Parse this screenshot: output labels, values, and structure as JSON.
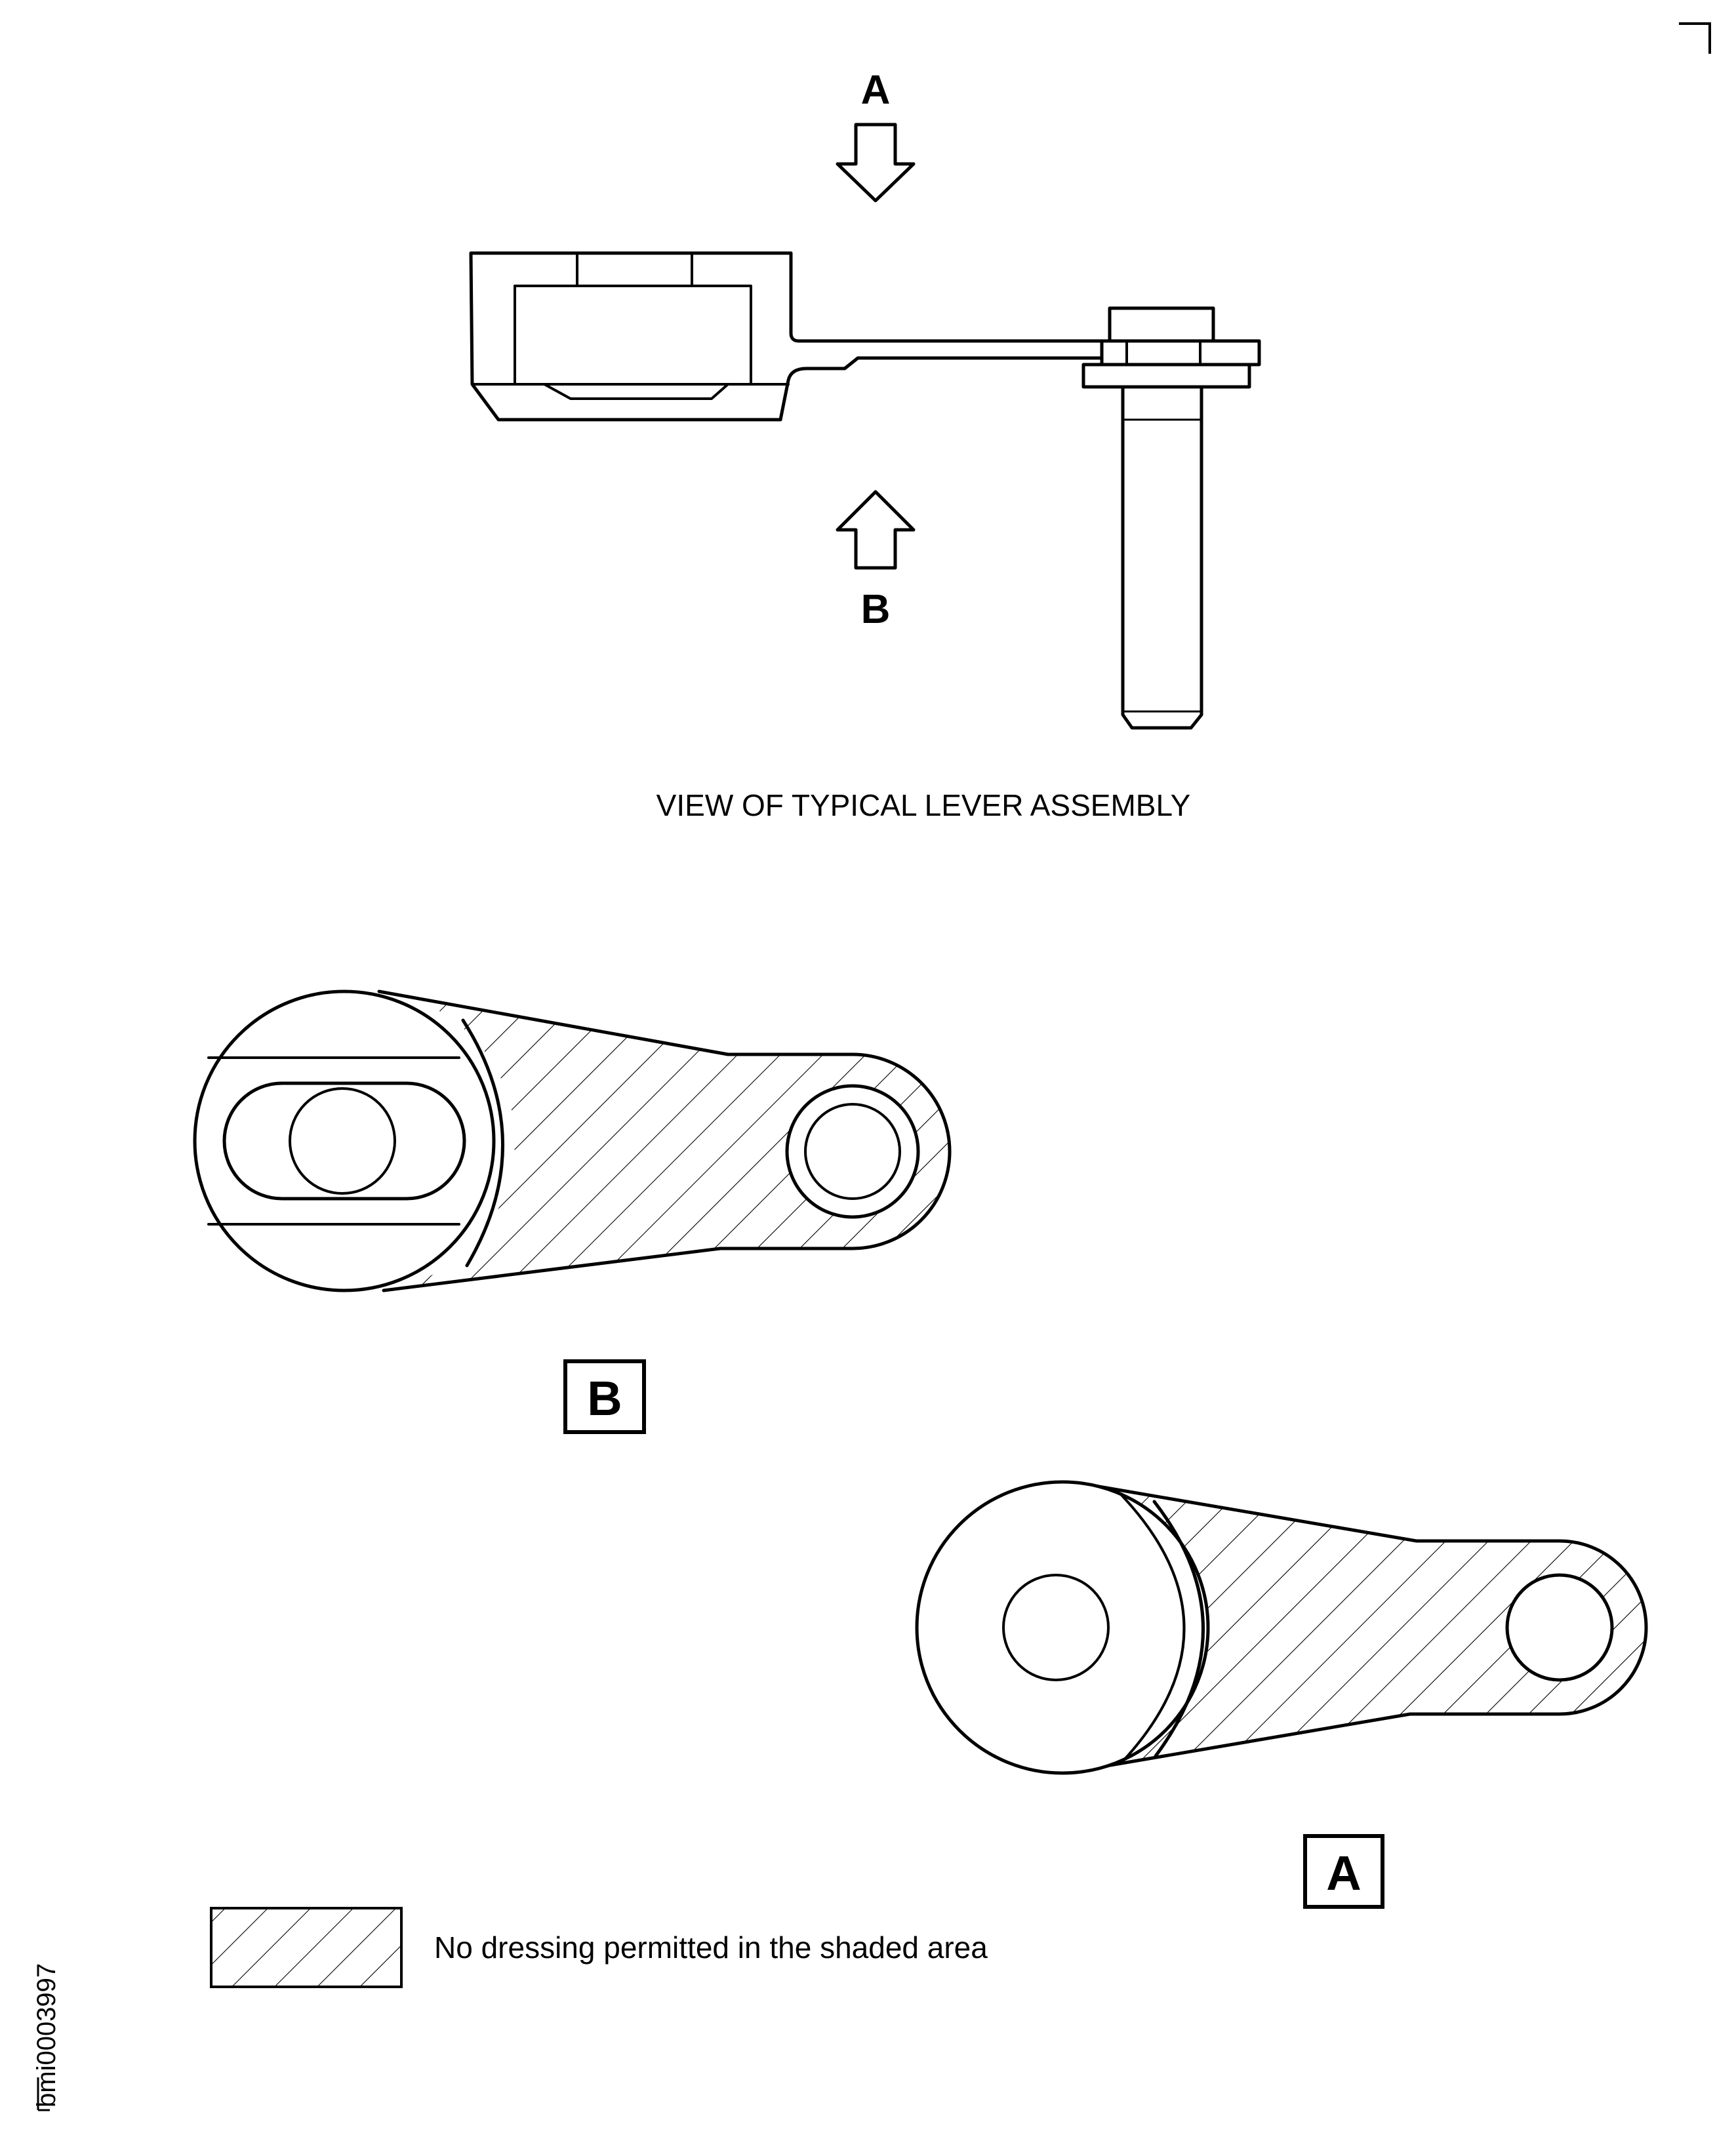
{
  "labels": {
    "view_a": "A",
    "view_b": "B",
    "caption": "VIEW OF TYPICAL LEVER ASSEMBLY",
    "box_b": "B",
    "box_a": "A",
    "legend_text": "No dressing permitted in the shaded area",
    "drawing_id": "bmi0003997"
  },
  "colors": {
    "line": "#000000",
    "background": "#ffffff"
  }
}
